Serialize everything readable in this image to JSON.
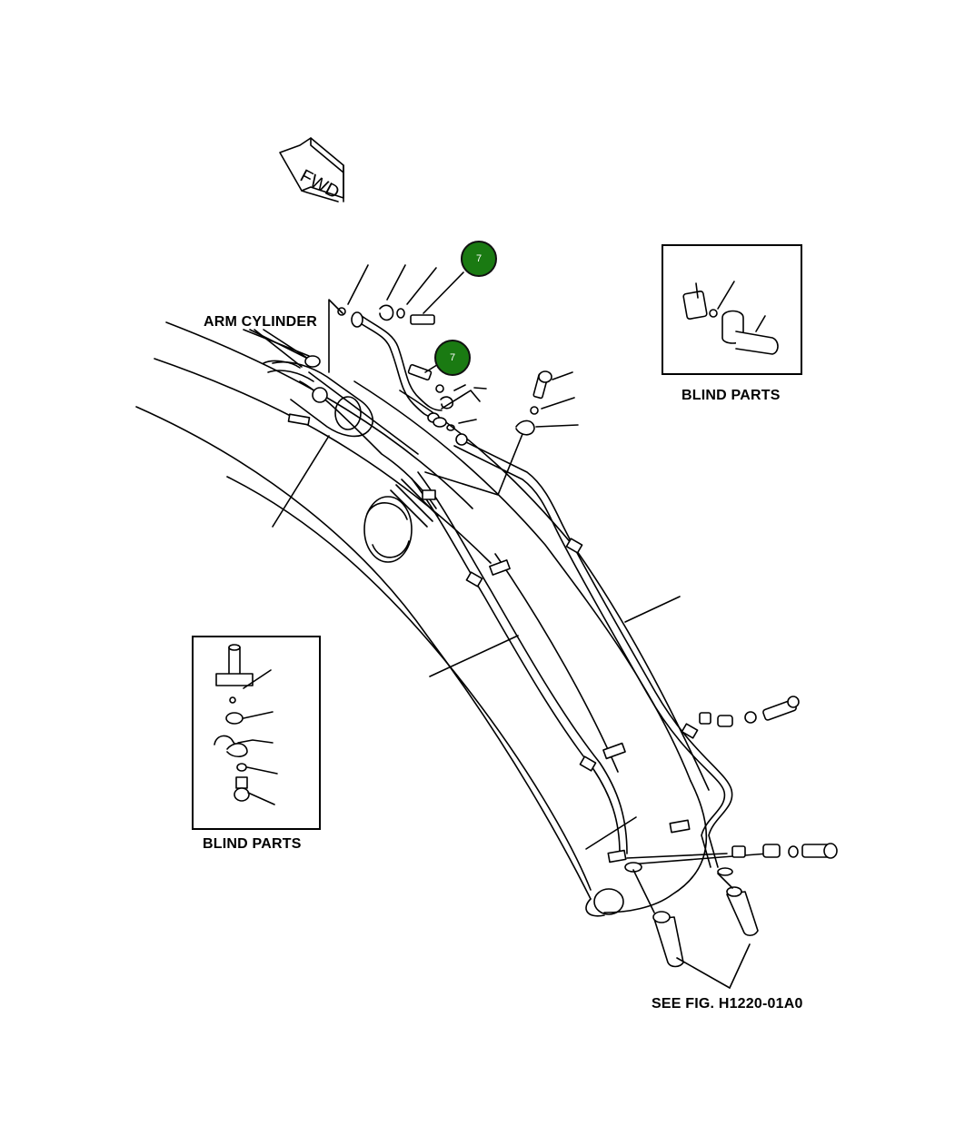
{
  "fwd_label": "FWD",
  "labels": {
    "arm_cylinder": "ARM CYLINDER",
    "blind_parts_top": "BLIND PARTS",
    "blind_parts_left": "BLIND PARTS",
    "see_fig": "SEE FIG. H1220-01A0"
  },
  "callouts": [
    {
      "number": "7",
      "color": "#1a7a12"
    },
    {
      "number": "7",
      "color": "#1a7a12"
    }
  ],
  "colors": {
    "line": "#000000",
    "background": "#ffffff"
  }
}
